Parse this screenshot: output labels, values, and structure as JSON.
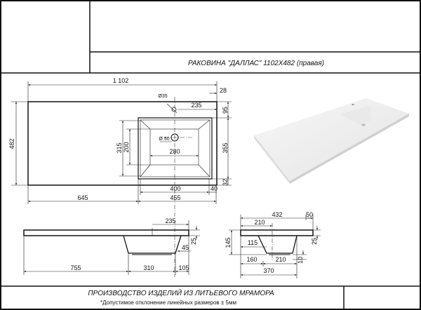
{
  "title_block": {
    "title": "РАКОВИНА \"ДАЛЛАС\" 1102X482 (правая)",
    "footer_main": "ПРОИЗВОДСТВО ИЗДЕЛИЙ ИЗ ЛИТЬЕВОГО МРАМОРА",
    "footer_note": "*Допустимое отклонение линейных размеров ± 5мм"
  },
  "plan_view": {
    "width": "1 102",
    "right_offset": "28",
    "depth": "482",
    "faucet_hole": "Ø35",
    "faucet_to_edge": "235",
    "basin_top_margin": "95",
    "basin_outer_depth": "355",
    "basin_bottom_margin": "32",
    "basin_inner_depth": "315",
    "bowl_bottom_depth": "200",
    "drain_hole": "Ø 50",
    "bowl_bottom_width": "280",
    "basin_inner_width": "400",
    "basin_side_margin": "40",
    "left_counter": "645",
    "basin_outer_width": "455"
  },
  "front_section": {
    "center_to_edge": "235",
    "slab_thickness": "25",
    "bowl_side": "45",
    "left_length": "755",
    "bowl_width": "310",
    "right_margin": "105"
  },
  "side_section": {
    "depth": "432",
    "back_margin": "50",
    "center_offset": "210",
    "total_height": "145",
    "bowl_offset": "115",
    "slab_thickness": "25",
    "bottom_lip": "10",
    "front_offset": "160",
    "bowl_width": "210",
    "overall": "370"
  },
  "render": {
    "description_icon": "sink-3d-render"
  }
}
